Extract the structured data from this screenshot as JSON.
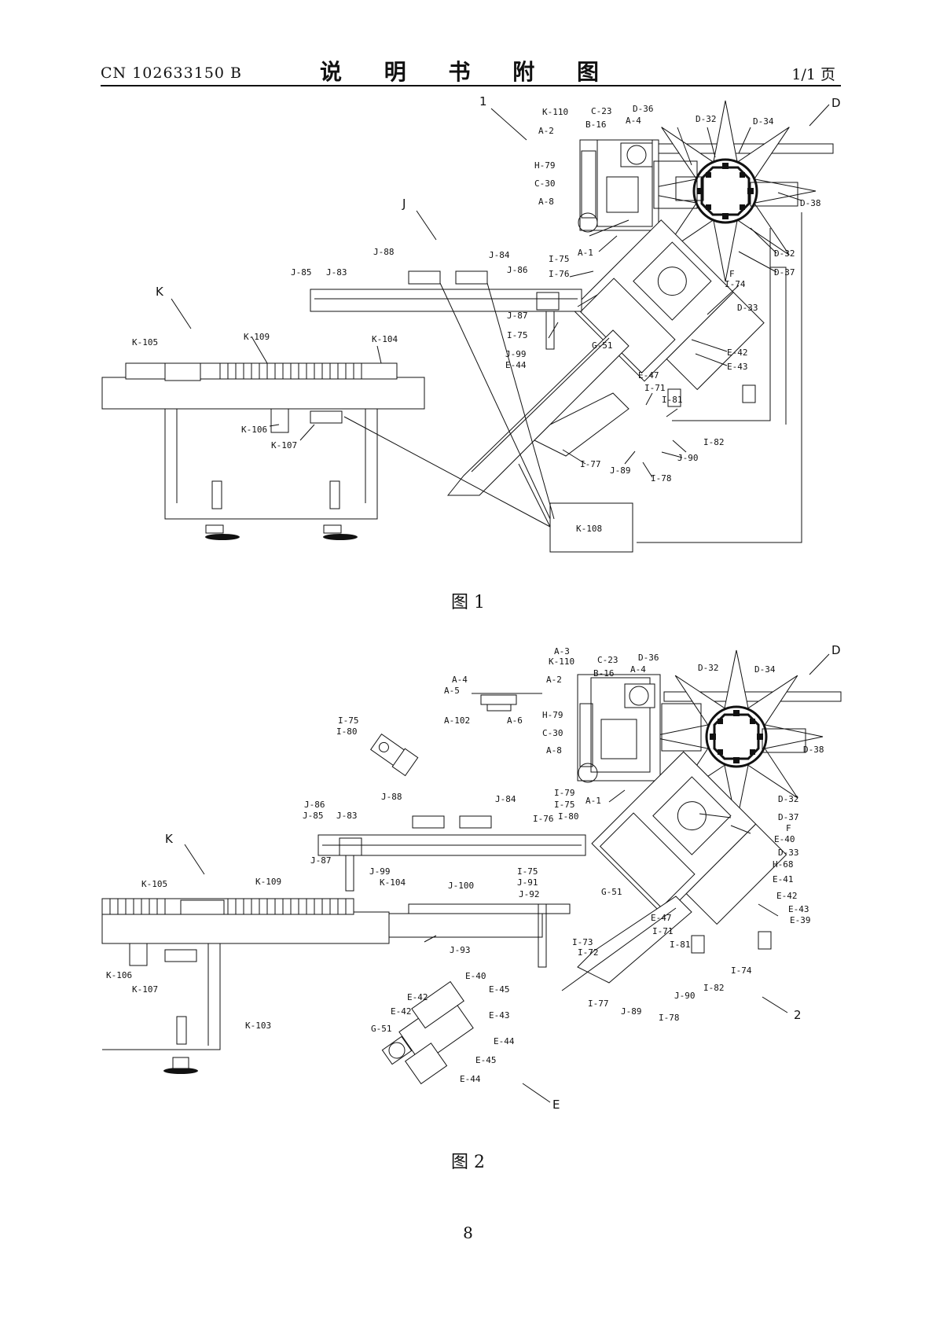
{
  "header": {
    "patent_number": "CN 102633150 B",
    "title": "说 明 书 附 图",
    "page_of": "1/1 页"
  },
  "figure1": {
    "caption": "图 1",
    "labels": {
      "l1": "1",
      "D": "D",
      "J": "J",
      "K": "K",
      "K110": "K-110",
      "C23": "C-23",
      "D36": "D-36",
      "D32a": "D-32",
      "D34": "D-34",
      "A4": "A-4",
      "B16": "B-16",
      "A2": "A-2",
      "H79": "H-79",
      "C30": "C-30",
      "A8": "A-8",
      "A1": "A-1",
      "D38": "D-38",
      "D32b": "D-32",
      "D37": "D-37",
      "F": "F",
      "I74": "I-74",
      "D33": "D-33",
      "E42": "E-42",
      "E43": "E-43",
      "J88": "J-88",
      "J84": "J-84",
      "J85": "J-85",
      "J83": "J-83",
      "J86": "J-86",
      "I75a": "I-75",
      "I76": "I-76",
      "J87": "J-87",
      "I75b": "I-75",
      "J99": "J-99",
      "E44": "E-44",
      "G51": "G-51",
      "E47": "E-47",
      "I71": "I-71",
      "I81": "I-81",
      "K105": "K-105",
      "K109": "K-109",
      "K104": "K-104",
      "K106": "K-106",
      "K107": "K-107",
      "I82": "I-82",
      "J90": "J-90",
      "I77": "I-77",
      "J89": "J-89",
      "I78": "I-78",
      "K108": "K-108"
    }
  },
  "figure2": {
    "caption": "图 2",
    "labels": {
      "D": "D",
      "A3": "A-3",
      "K110": "K-110",
      "C23": "C-23",
      "D36": "D-36",
      "D32a": "D-32",
      "D34": "D-34",
      "A4a": "A-4",
      "B16": "B-16",
      "A2": "A-2",
      "H79": "H-79",
      "C30": "C-30",
      "A8": "A-8",
      "D38": "D-38",
      "A4b": "A-4",
      "A5": "A-5",
      "A102": "A-102",
      "A6": "A-6",
      "I75a": "I-75",
      "I80a": "I-80",
      "A1": "A-1",
      "I79": "I-79",
      "I75b": "I-75",
      "D32b": "D-32",
      "D37": "D-37",
      "F": "F",
      "E40a": "E-40",
      "D33": "D-33",
      "H68": "H-68",
      "E41": "E-41",
      "E42a": "E-42",
      "E43a": "E-43",
      "E39": "E-39",
      "J88": "J-88",
      "J84": "J-84",
      "J86": "J-86",
      "J85": "J-85",
      "J83": "J-83",
      "I76": "I-76",
      "I80b": "I-80",
      "K": "K",
      "J87": "J-87",
      "J99": "J-99",
      "K104": "K-104",
      "K105": "K-105",
      "K109": "K-109",
      "J100": "J-100",
      "I75c": "I-75",
      "J91": "J-91",
      "J92": "J-92",
      "G51a": "G-51",
      "J93": "J-93",
      "I73": "I-73",
      "I72": "I-72",
      "E47": "E-47",
      "I71": "I-71",
      "I81": "I-81",
      "I74": "I-74",
      "K106": "K-106",
      "K107": "K-107",
      "K103": "K-103",
      "E40b": "E-40",
      "E45a": "E-45",
      "E42b": "E-42",
      "E42c": "E-42",
      "E43b": "E-43",
      "G51b": "G-51",
      "E44a": "E-44",
      "E45b": "E-45",
      "E44b": "E-44",
      "E": "E",
      "I82": "I-82",
      "J90": "J-90",
      "I77": "I-77",
      "J89": "J-89",
      "I78": "I-78",
      "l2": "2"
    }
  },
  "footer": {
    "page_number": "8"
  }
}
